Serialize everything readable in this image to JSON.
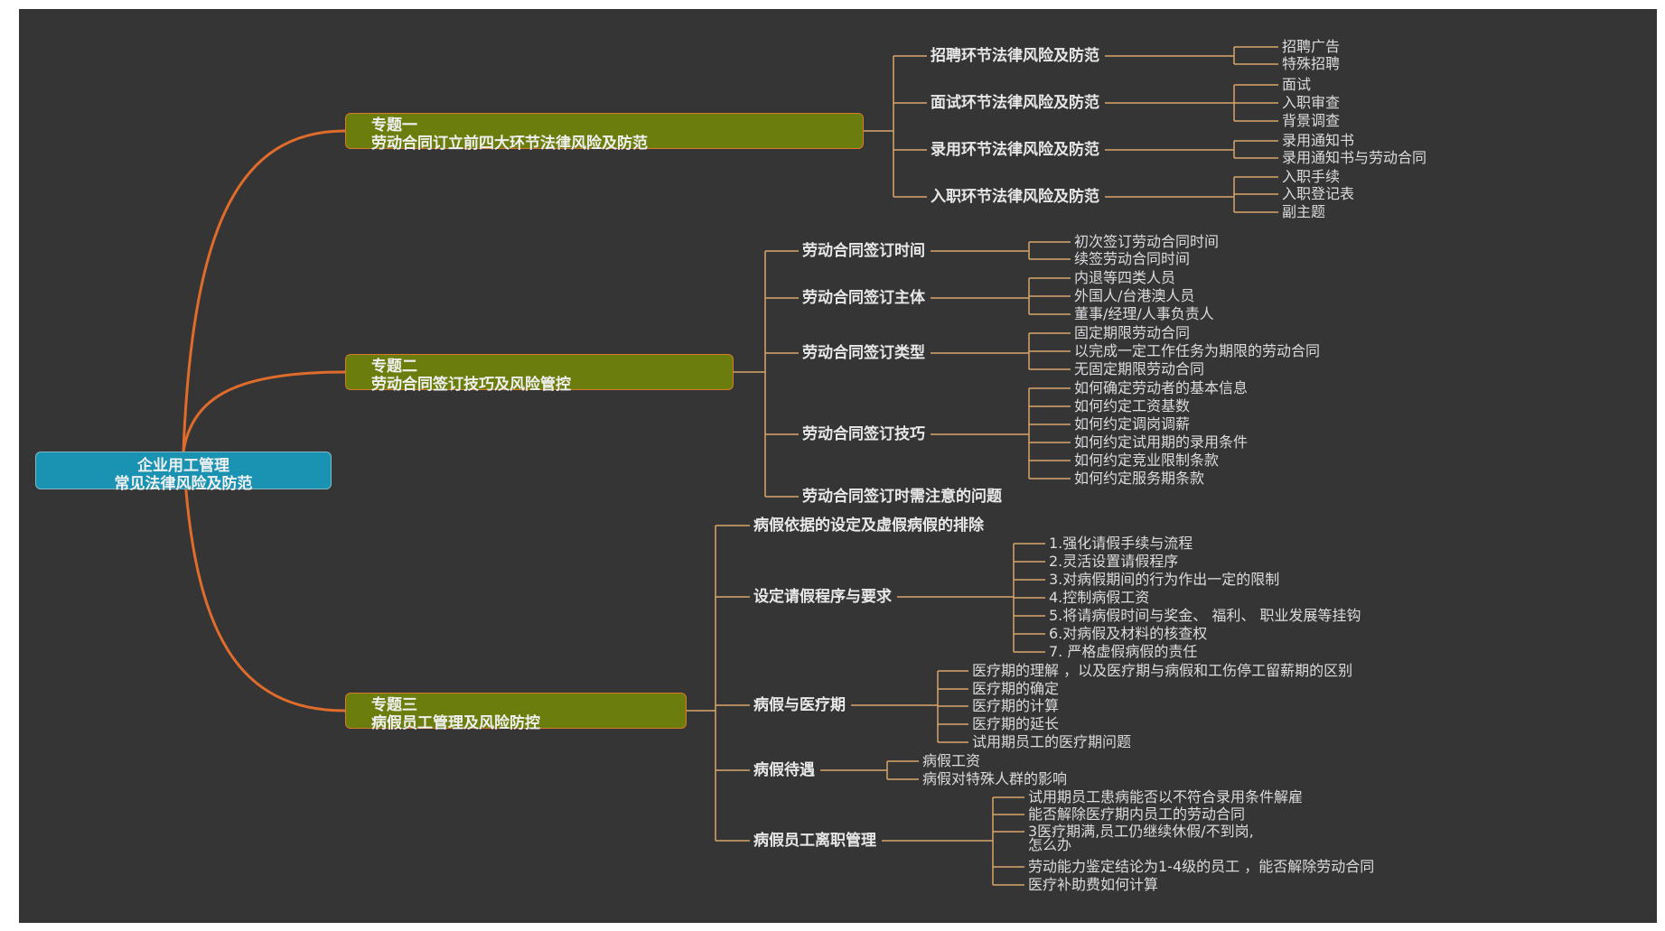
{
  "colors": {
    "background": "#353535",
    "root": "#1a93b3",
    "branch": "#6b7d0d",
    "curve": "#e06c2b",
    "line": "#d9a56a"
  },
  "root": {
    "line1": "企业用工管理",
    "line2": "常见法律风险及防范"
  },
  "branches": [
    {
      "line1": "专题一",
      "line2": "劳动合同订立前四大环节法律风险及防范",
      "topics": [
        {
          "label": "招聘环节法律风险及防范",
          "items": [
            "招聘广告",
            "特殊招聘"
          ]
        },
        {
          "label": "面试环节法律风险及防范",
          "items": [
            "面试",
            "入职审查",
            "背景调查"
          ]
        },
        {
          "label": "录用环节法律风险及防范",
          "items": [
            "录用通知书",
            "录用通知书与劳动合同"
          ]
        },
        {
          "label": "入职环节法律风险及防范",
          "items": [
            "入职手续",
            "入职登记表",
            "副主题"
          ]
        }
      ]
    },
    {
      "line1": "专题二",
      "line2": "劳动合同签订技巧及风险管控",
      "topics": [
        {
          "label": "劳动合同签订时间",
          "items": [
            "初次签订劳动合同时间",
            "续签劳动合同时间"
          ]
        },
        {
          "label": "劳动合同签订主体",
          "items": [
            "内退等四类人员",
            "外国人/台港澳人员",
            "董事/经理/人事负责人"
          ]
        },
        {
          "label": "劳动合同签订类型",
          "items": [
            "固定期限劳动合同",
            "以完成一定工作任务为期限的劳动合同",
            "无固定期限劳动合同"
          ]
        },
        {
          "label": "劳动合同签订技巧",
          "items": [
            "如何确定劳动者的基本信息",
            "如何约定工资基数",
            "如何约定调岗调薪",
            "如何约定试用期的录用条件",
            "如何约定竞业限制条款",
            "如何约定服务期条款"
          ]
        },
        {
          "label": "劳动合同签订时需注意的问题",
          "items": []
        }
      ]
    },
    {
      "line1": "专题三",
      "line2": "病假员工管理及风险防控",
      "topics": [
        {
          "label": "病假依据的设定及虚假病假的排除",
          "items": []
        },
        {
          "label": "设定请假程序与要求",
          "items": [
            "1.强化请假手续与流程",
            "2.灵活设置请假程序",
            "3.对病假期间的行为作出一定的限制",
            "4.控制病假工资",
            "5.将请病假时间与奖金、 福利、 职业发展等挂钩",
            "6.对病假及材料的核查权",
            "7. 严格虚假病假的责任"
          ]
        },
        {
          "label": "病假与医疗期",
          "items": [
            "医疗期的理解 ，以及医疗期与病假和工伤停工留薪期的区别",
            "医疗期的确定",
            "医疗期的计算",
            "医疗期的延长",
            "试用期员工的医疗期问题"
          ]
        },
        {
          "label": "病假待遇",
          "items": [
            "病假工资",
            "病假对特殊人群的影响"
          ]
        },
        {
          "label": "病假员工离职管理",
          "items": [
            "试用期员工患病能否以不符合录用条件解雇",
            "能否解除医疗期内员工的劳动合同",
            "3医疗期满,员工仍继续休假/不到岗,",
            "怎么办",
            "劳动能力鉴定结论为1-4级的员工 ，能否解除劳动合同",
            "医疗补助费如何计算"
          ]
        }
      ]
    }
  ]
}
